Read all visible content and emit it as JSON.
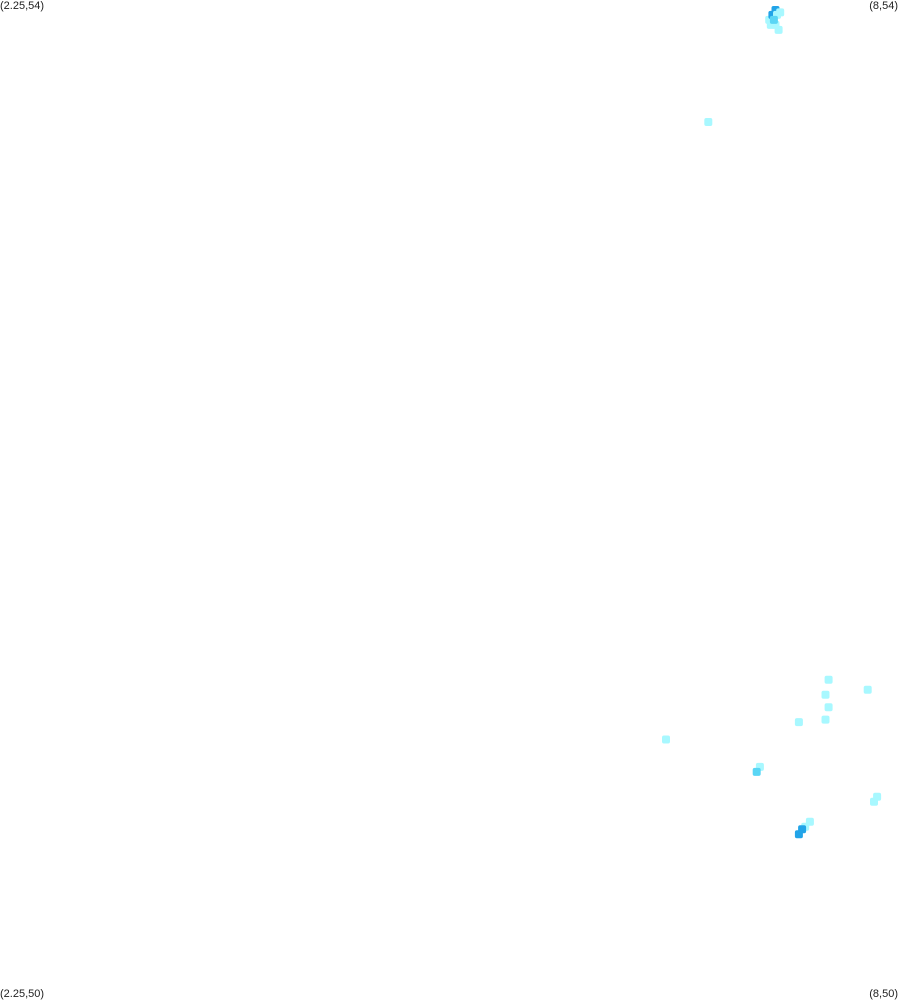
{
  "corner_labels": {
    "top_left": "(2.25,54)",
    "top_right": "(8,54)",
    "bottom_left": "(2.25,50)",
    "bottom_right": "(8,50)"
  },
  "bounds": {
    "lon_min": 2.25,
    "lon_max": 8,
    "lat_min": 50,
    "lat_max": 54
  },
  "colors": {
    "background": "#ffffff",
    "light": "#a8f8ff",
    "medium": "#5ad6f5",
    "dark": "#22a4e8"
  },
  "cells": [
    {
      "lon": 7.17,
      "lat": 53.92,
      "level": "light"
    },
    {
      "lon": 7.19,
      "lat": 53.94,
      "level": "dark"
    },
    {
      "lon": 7.21,
      "lat": 53.96,
      "level": "dark"
    },
    {
      "lon": 7.22,
      "lat": 53.94,
      "level": "light"
    },
    {
      "lon": 7.24,
      "lat": 53.95,
      "level": "light"
    },
    {
      "lon": 7.18,
      "lat": 53.9,
      "level": "light"
    },
    {
      "lon": 7.21,
      "lat": 53.9,
      "level": "light"
    },
    {
      "lon": 7.23,
      "lat": 53.88,
      "level": "light"
    },
    {
      "lon": 7.2,
      "lat": 53.92,
      "level": "medium"
    },
    {
      "lon": 6.78,
      "lat": 53.51,
      "level": "light"
    },
    {
      "lon": 7.55,
      "lat": 51.27,
      "level": "light"
    },
    {
      "lon": 7.53,
      "lat": 51.21,
      "level": "light"
    },
    {
      "lon": 7.8,
      "lat": 51.23,
      "level": "light"
    },
    {
      "lon": 7.55,
      "lat": 51.16,
      "level": "light"
    },
    {
      "lon": 7.53,
      "lat": 51.11,
      "level": "light"
    },
    {
      "lon": 7.36,
      "lat": 51.1,
      "level": "light"
    },
    {
      "lon": 6.51,
      "lat": 51.03,
      "level": "light"
    },
    {
      "lon": 7.11,
      "lat": 50.92,
      "level": "light"
    },
    {
      "lon": 7.09,
      "lat": 50.9,
      "level": "medium"
    },
    {
      "lon": 7.86,
      "lat": 50.8,
      "level": "light"
    },
    {
      "lon": 7.84,
      "lat": 50.78,
      "level": "light"
    },
    {
      "lon": 7.43,
      "lat": 50.7,
      "level": "light"
    },
    {
      "lon": 7.4,
      "lat": 50.68,
      "level": "light"
    },
    {
      "lon": 7.38,
      "lat": 50.67,
      "level": "dark"
    },
    {
      "lon": 7.36,
      "lat": 50.65,
      "level": "dark"
    }
  ]
}
